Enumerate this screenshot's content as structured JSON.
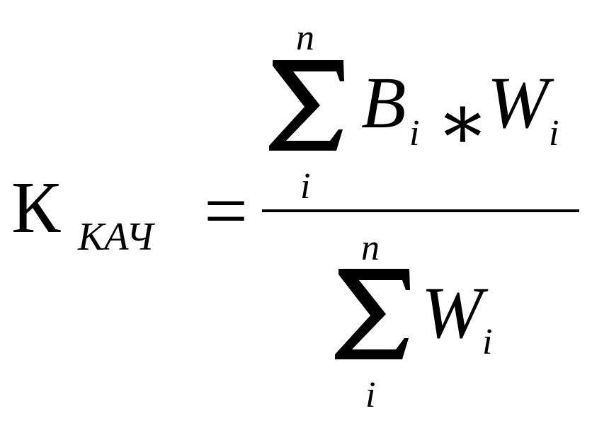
{
  "formula": {
    "lhs": {
      "symbol": "К",
      "subscript": "КАЧ"
    },
    "equals": "=",
    "numerator": {
      "sum_upper": "n",
      "sum_lower": "i",
      "term1": "B",
      "term1_sub": "i",
      "operator": "∗",
      "term2": "W",
      "term2_sub": "i"
    },
    "denominator": {
      "sum_upper": "n",
      "sum_lower": "i",
      "term": "W",
      "term_sub": "i"
    }
  },
  "colors": {
    "ink": "#000000",
    "background": "#ffffff"
  }
}
